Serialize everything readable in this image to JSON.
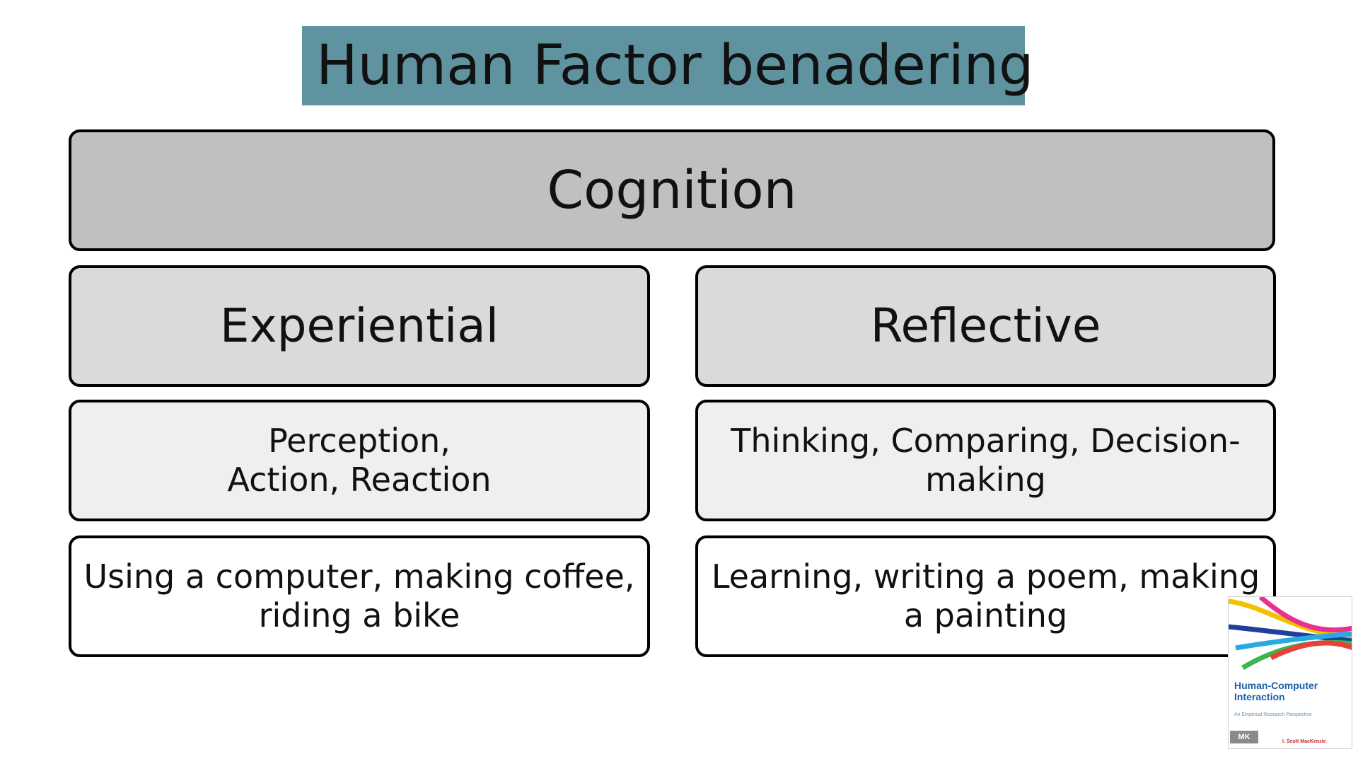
{
  "slide": {
    "title": "Human Factor benadering",
    "title_bar_color": "#5e939f"
  },
  "diagram": {
    "root": {
      "label": "Cognition",
      "color": "#c0c0c0"
    },
    "columns": [
      {
        "category": "Experiential",
        "description": "Perception,\nAction, Reaction",
        "examples": "Using a computer, making coffee,\nriding a bike"
      },
      {
        "category": "Reflective",
        "description": "Thinking, Comparing, Decision-\nmaking",
        "examples": "Learning, writing a poem, making\na painting"
      }
    ],
    "level_colors": {
      "category": "#dadada",
      "description": "#efefef",
      "examples": "#ffffff"
    }
  },
  "book_cover": {
    "title": "Human-Computer\nInteraction",
    "subtitle": "An Empirical Research Perspective",
    "publisher": "MK",
    "author": "I. Scott MacKenzie",
    "title_color": "#1b5fa8",
    "author_color": "#c0282d",
    "stripe_colors": [
      "#f2c200",
      "#e8308c",
      "#1f3f9a",
      "#27a9e1",
      "#3cb54a",
      "#e8413c"
    ]
  }
}
